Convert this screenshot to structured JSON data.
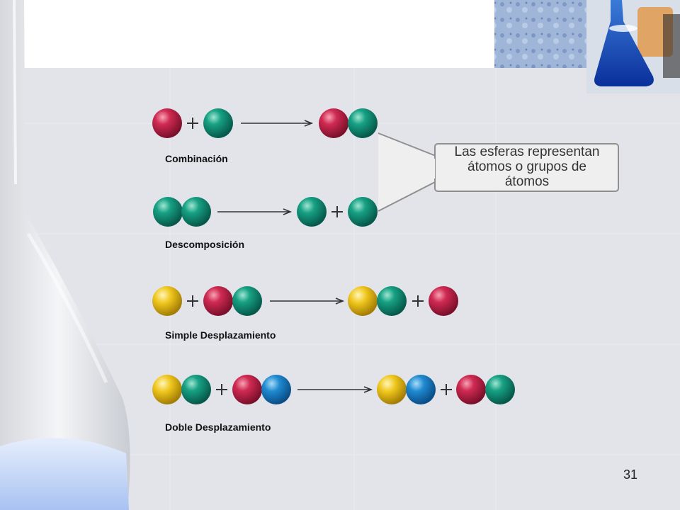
{
  "slide": {
    "number": "31",
    "callout_lines": [
      "Las esferas representan",
      "átomos o grupos de",
      "átomos"
    ]
  },
  "reactions": [
    {
      "label": "Combinación"
    },
    {
      "label": "Descomposición"
    },
    {
      "label": "Simple Desplazamiento"
    },
    {
      "label": "Doble Desplazamiento"
    }
  ],
  "colors": {
    "red": "#c8234a",
    "green": "#13947a",
    "yellow": "#ecc41c",
    "blue": "#1b82c8",
    "callout_fill": "#efefef",
    "callout_stroke": "#8f8f8f",
    "panel_bg": "#e2e4ea"
  }
}
